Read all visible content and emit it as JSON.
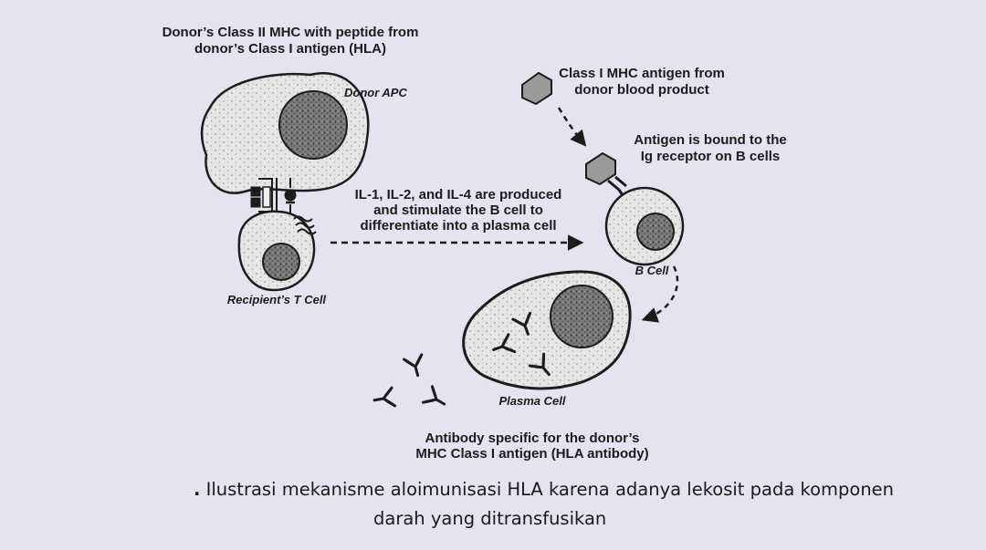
{
  "labels": {
    "donor_mhc_1": "Donor’s Class II MHC with peptide from",
    "donor_mhc_2": "donor’s Class I antigen (HLA)",
    "donor_apc": "Donor APC",
    "class1_1": "Class I MHC antigen from",
    "class1_2": "donor blood product",
    "bound_1": "Antigen is bound to the",
    "bound_2": "Ig receptor on B cells",
    "il_1": "IL-1, IL-2, and IL-4 are produced",
    "il_2": "and stimulate the B  cell to",
    "il_3": "differentiate into a plasma cell",
    "t_cell": "Recipient’s T Cell",
    "b_cell": "B Cell",
    "plasma_cell": "Plasma Cell",
    "antibody_1": "Antibody specific for the donor’s",
    "antibody_2": "MHC Class I antigen (HLA antibody)"
  },
  "caption": {
    "bullet": ".",
    "line1": " Ilustrasi mekanisme aloimunisasi HLA karena adanya lekosit pada komponen",
    "line2": "darah yang ditransfusikan"
  },
  "colors": {
    "background": "#e4e3f1",
    "cell_fill": "#e6e6e6",
    "nucleus_fill": "#7a7a7a",
    "antigen_fill": "#9a9a9a",
    "ink": "#1c1c1c"
  }
}
